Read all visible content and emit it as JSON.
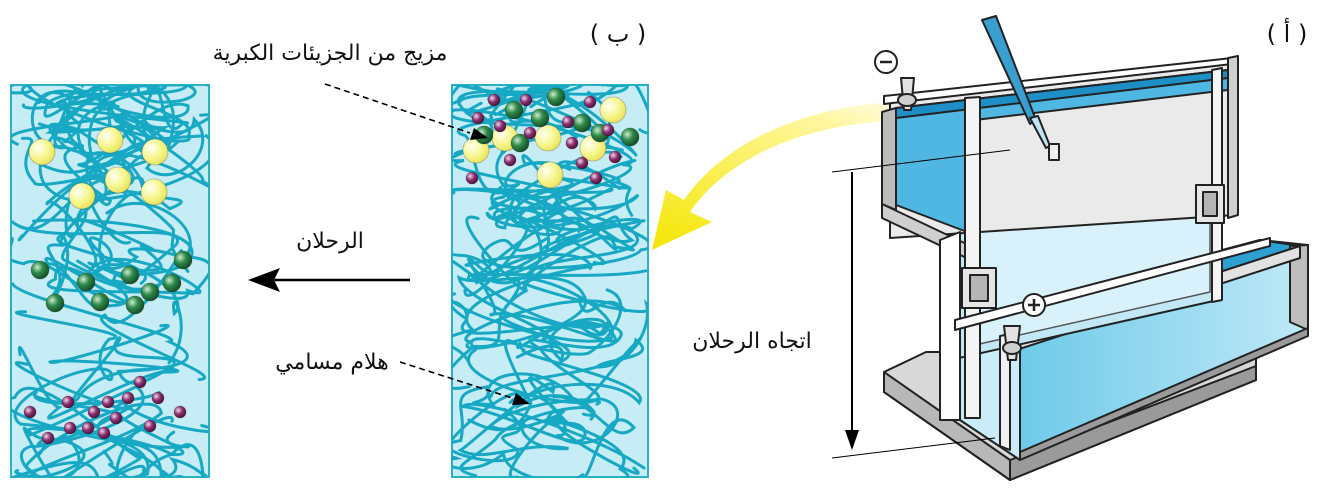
{
  "labels": {
    "panel_a": "( أ )",
    "panel_b": "( ب )",
    "mixture": "مزيج من الجزيئات الكبرية",
    "migration": "الرحلان",
    "porous_gel": "هلام مسامي",
    "direction": "اتجاه الرحلان",
    "minus": "−",
    "plus": "+"
  },
  "colors": {
    "gel_fill": "#c6ecf5",
    "gel_border": "#2ab0c8",
    "fiber": "#17a8c4",
    "large": "#f6f58a",
    "medium": "#2f8a4a",
    "small": "#8a2f6e",
    "buffer": "#5ec3e6",
    "arrow": "#f4e600"
  },
  "icons": {
    "negative_electrode": "minus-circle-icon",
    "positive_electrode": "plus-circle-icon"
  }
}
